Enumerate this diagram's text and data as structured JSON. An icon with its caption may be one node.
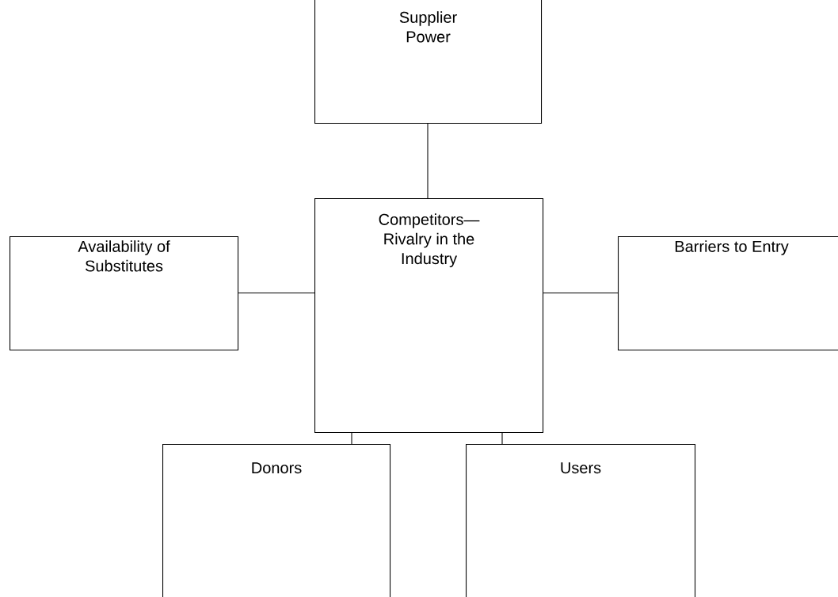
{
  "diagram": {
    "nodes": [
      {
        "text": [
          "Supplier Power"
        ]
      },
      {
        "text": [
          "Availability of Substitutes"
        ]
      },
      {
        "text": [
          "Competitors— Rivalry in the Industry"
        ]
      },
      {
        "text": [
          "Barriers to Entry"
        ]
      },
      {
        "text": [
          "Donors"
        ]
      },
      {
        "text": [
          "Users"
        ]
      }
    ],
    "edges": [
      {
        "from": 0,
        "to": 2,
        "arrow": "none"
      },
      {
        "from": 1,
        "to": 2,
        "arrow": "none"
      },
      {
        "from": 2,
        "to": 3,
        "arrow": "none"
      },
      {
        "from": 2,
        "to": 4,
        "arrow": "none"
      },
      {
        "from": 2,
        "to": 5,
        "arrow": "none"
      }
    ]
  }
}
